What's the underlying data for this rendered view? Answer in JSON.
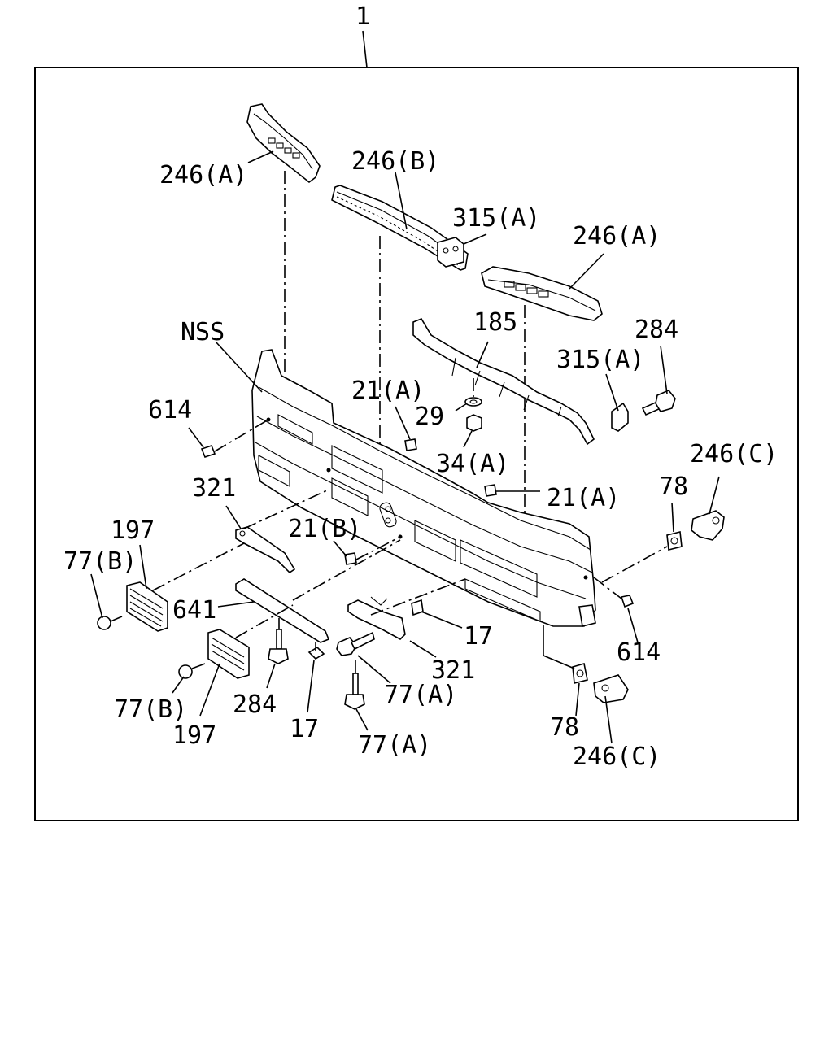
{
  "diagram": {
    "labels": {
      "assembly": "1",
      "upper_left_trim": "246(A)",
      "center_trim": "246(B)",
      "upper_right_trim": "246(A)",
      "bracket_upper": "315(A)",
      "harness": "185",
      "bracket_right": "315(A)",
      "bolt_right": "284",
      "nss": "NSS",
      "clip_a_upper": "21(A)",
      "washer": "29",
      "nut": "34(A)",
      "clip_a_right": "21(A)",
      "pin_left": "614",
      "bracket_left": "321",
      "clip_b": "21(B)",
      "grille_upper": "197",
      "screw_upper": "77(B)",
      "plate": "641",
      "grille_lower": "197",
      "screw_lower": "77(B)",
      "bolt_lower": "284",
      "clip_17_lower": "17",
      "clip_17_right": "17",
      "bracket_center": "321",
      "bolt_a_upper": "77(A)",
      "bolt_a_lower": "77(A)",
      "nut_clip_upper": "78",
      "corner_upper": "246(C)",
      "pin_right": "614",
      "nut_clip_lower": "78",
      "corner_lower": "246(C)"
    }
  }
}
